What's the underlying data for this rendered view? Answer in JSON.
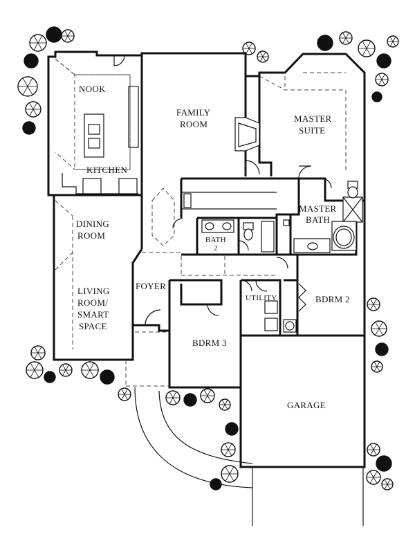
{
  "rooms": {
    "nook": "NOOK",
    "kitchen": "KITCHEN",
    "family_room": [
      "FAMILY",
      "ROOM"
    ],
    "master_suite": [
      "MASTER",
      "SUITE"
    ],
    "master_bath": [
      "MASTER",
      "BATH"
    ],
    "dining_room": [
      "DINING",
      "ROOM"
    ],
    "bath_2": [
      "BATH",
      "2"
    ],
    "living_room": [
      "LIVING",
      "ROOM/",
      "SMART",
      "SPACE"
    ],
    "foyer": "FOYER",
    "utility": "UTILITY",
    "bdrm2": "BDRM 2",
    "bdrm3": "BDRM 3",
    "garage": "GARAGE"
  },
  "colors": {
    "ink": "#111111",
    "paper": "#ffffff",
    "foliage": "#111111"
  }
}
